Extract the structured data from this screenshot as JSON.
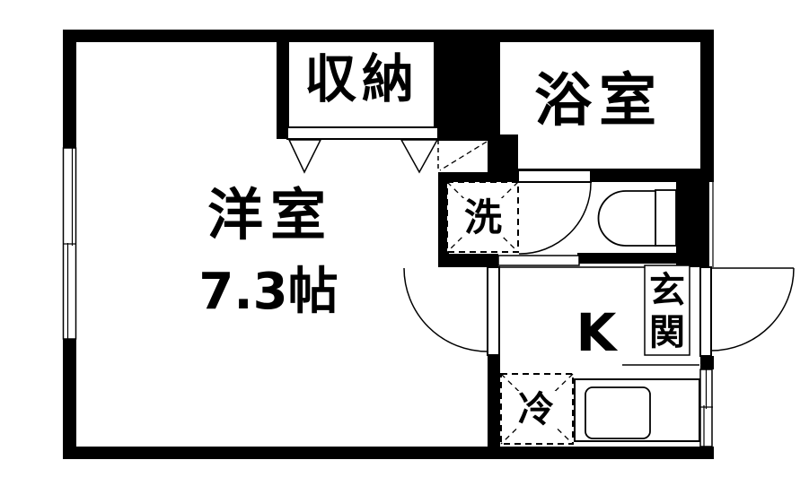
{
  "labels": {
    "closet": "収納",
    "bathroom": "浴室",
    "living_room": "洋室",
    "living_size": "7.3帖",
    "washing_machine": "洗",
    "kitchen": "K",
    "refrigerator": "冷",
    "entrance": "玄関"
  },
  "colors": {
    "wall": "#000000",
    "floor": "#ffffff"
  }
}
